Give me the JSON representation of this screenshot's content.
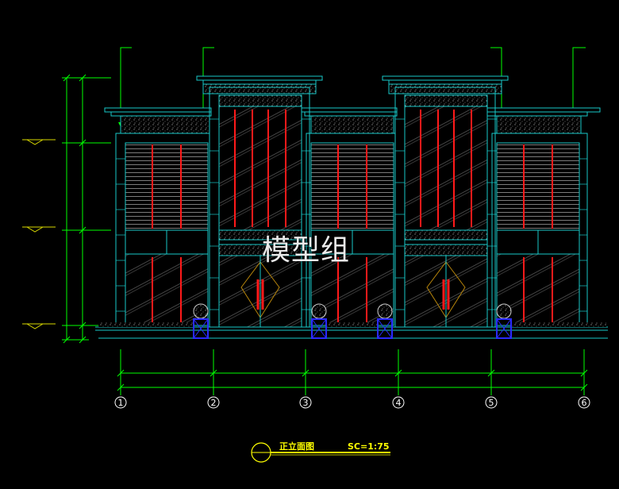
{
  "watermark": "模型组",
  "drawing": {
    "title": "正立面图",
    "scale": "SC=1:75"
  },
  "axes": [
    "1",
    "2",
    "3",
    "4",
    "5",
    "6"
  ],
  "colors": {
    "background": "#000000",
    "outline": "#17c9c9",
    "dimension": "#00ff00",
    "red_strip": "#ff1a1a",
    "hatch": "#a0a0a0",
    "title": "#ffff00",
    "planter": "#2a2aff"
  }
}
